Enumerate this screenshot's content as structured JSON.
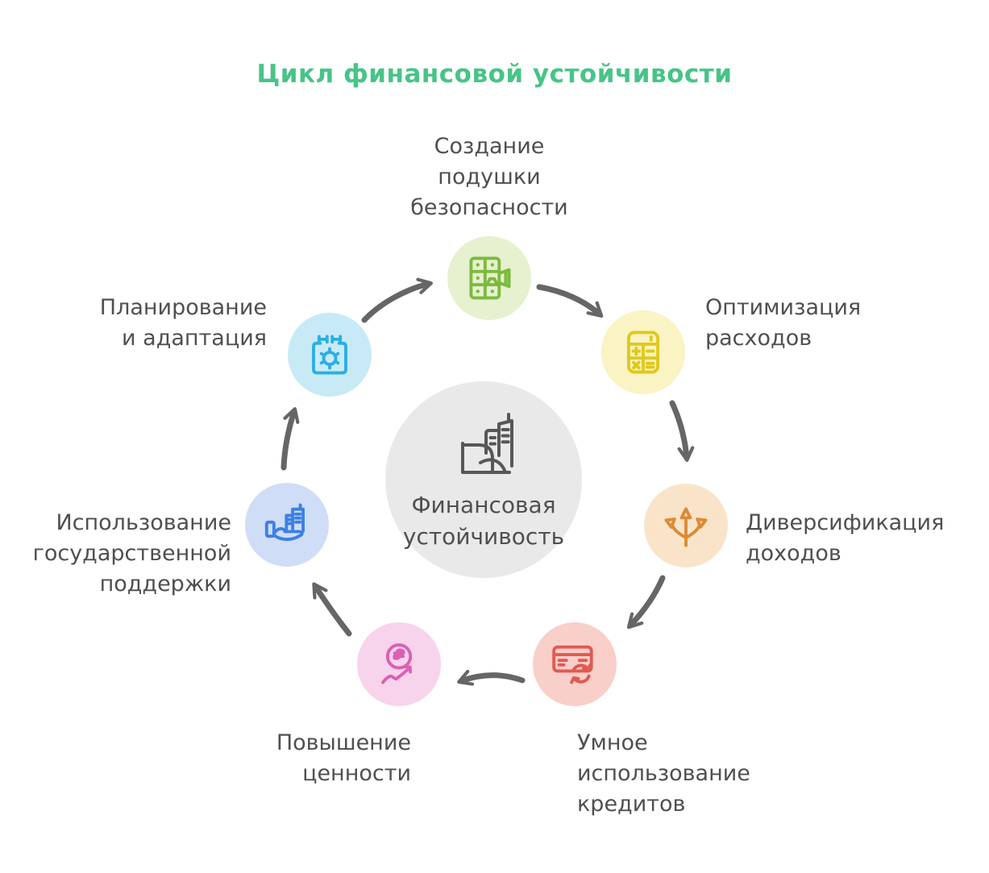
{
  "title": {
    "label": "Цикл финансовой устойчивости",
    "color": "#47C488"
  },
  "text_color": "#4F4F4F",
  "arrow_color": "#666666",
  "center": {
    "label": "Финансовая\nустойчивость",
    "bg_color": "#E9E9E9",
    "icon_color": "#575757",
    "icon": "buildings-hand-icon"
  },
  "nodes": [
    {
      "id": "safety-cushion",
      "label": "Создание\nподушки\nбезопасности",
      "bg_color": "#E6F1CF",
      "icon_color": "#7CBA3D",
      "icon": "safe-deposit-boxes-icon"
    },
    {
      "id": "expense-optimization",
      "label": "Оптимизация\nрасходов",
      "bg_color": "#FAF3C3",
      "icon_color": "#E0C81C",
      "icon": "calculator-icon"
    },
    {
      "id": "income-diversification",
      "label": "Диверсификация\nдоходов",
      "bg_color": "#FAE4C9",
      "icon_color": "#DD8B36",
      "icon": "branching-arrows-icon"
    },
    {
      "id": "smart-credit-use",
      "label": "Умное\nиспользование\nкредитов",
      "bg_color": "#F9CFC9",
      "icon_color": "#E15A52",
      "icon": "credit-card-refresh-icon"
    },
    {
      "id": "value-increase",
      "label": "Повышение\nценности",
      "bg_color": "#F8D3EC",
      "icon_color": "#DB60B2",
      "icon": "coin-growth-icon"
    },
    {
      "id": "state-support",
      "label": "Использование\nгосударственной\nподдержки",
      "bg_color": "#CFDDF7",
      "icon_color": "#3D80E4",
      "icon": "hand-buildings-icon"
    },
    {
      "id": "planning-adaptation",
      "label": "Планирование\nи адаптация",
      "bg_color": "#C8EAF7",
      "icon_color": "#2AAFE3",
      "icon": "calendar-sun-icon"
    }
  ]
}
